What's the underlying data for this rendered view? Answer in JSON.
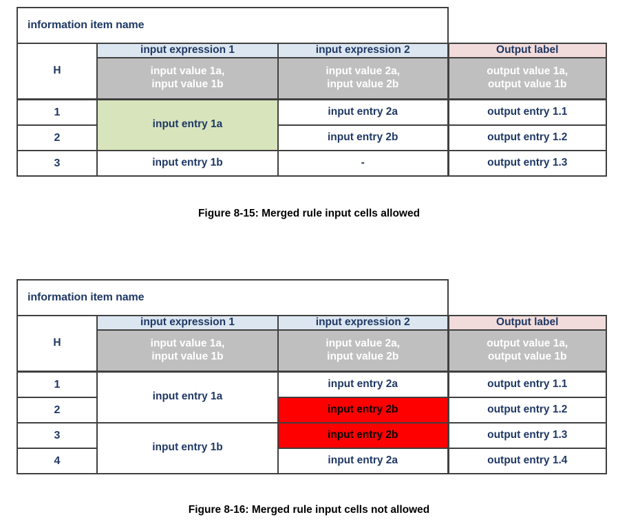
{
  "figures": [
    {
      "id": "figure-8-15",
      "caption": "Figure 8-15: Merged rule input cells allowed",
      "table": {
        "name_box": "information item name",
        "hit_policy": "H",
        "headers": {
          "input1": "input expression 1",
          "input2": "input expression 2",
          "output": "Output label"
        },
        "values": {
          "input1": "input value 1a,\ninput value 1b",
          "input2": "input value 2a,\ninput value 2b",
          "output": "output value 1a,\noutput value 1b"
        },
        "rules": [
          {
            "num": "1",
            "input1": "input entry 1a",
            "input2": "input entry 2a",
            "output": "output entry 1.1"
          },
          {
            "num": "2",
            "input1": "",
            "input2": "input entry 2b",
            "output": "output entry 1.2"
          },
          {
            "num": "3",
            "input1": "input entry 1b",
            "input2": "-",
            "output": "output entry 1.3"
          }
        ],
        "merged_input1_label": "input entry 1a",
        "highlight_colors": {
          "merged_input": "#d8e4bc",
          "header_input": "#dce6f1",
          "header_output": "#f2dcdb",
          "values_row": "#bfbfbf"
        }
      }
    },
    {
      "id": "figure-8-16",
      "caption": "Figure 8-16: Merged rule input cells not allowed",
      "table": {
        "name_box": "information item name",
        "hit_policy": "H",
        "headers": {
          "input1": "input expression 1",
          "input2": "input expression 2",
          "output": "Output label"
        },
        "values": {
          "input1": "input value 1a,\ninput value 1b",
          "input2": "input value 2a,\ninput value 2b",
          "output": "output value 1a,\noutput value 1b"
        },
        "rules": [
          {
            "num": "1",
            "input1": "input entry 1a",
            "input2": "input entry 2a",
            "output": "output entry 1.1",
            "input2_error": false
          },
          {
            "num": "2",
            "input1": "",
            "input2": "input entry 2b",
            "output": "output entry 1.2",
            "input2_error": true
          },
          {
            "num": "3",
            "input1": "input entry 1b",
            "input2": "input entry 2b",
            "output": "output entry 1.3",
            "input2_error": true
          },
          {
            "num": "4",
            "input1": "",
            "input2": "input entry 2a",
            "output": "output entry 1.4",
            "input2_error": false
          }
        ],
        "merged_input1_labels": [
          "input entry 1a",
          "input entry 1b"
        ],
        "highlight_colors": {
          "error_cell": "#ff0000",
          "header_input": "#dce6f1",
          "header_output": "#f2dcdb",
          "values_row": "#bfbfbf"
        }
      }
    }
  ]
}
